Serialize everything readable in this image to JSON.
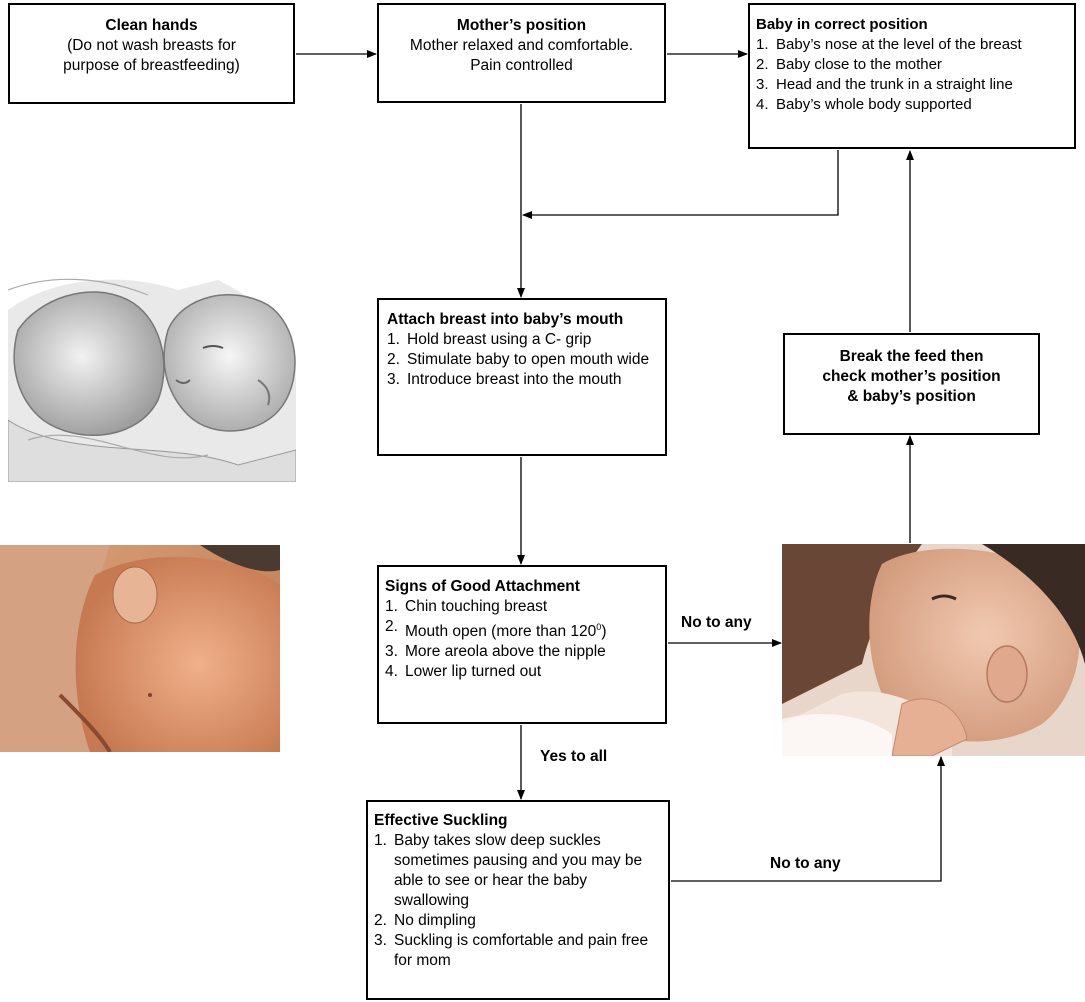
{
  "boxes": {
    "clean_hands": {
      "title": "Clean hands",
      "line1": "(Do not wash breasts for",
      "line2": "purpose of breastfeeding)"
    },
    "mother_position": {
      "title": "Mother’s position",
      "line1": "Mother relaxed and comfortable.",
      "line2": "Pain controlled"
    },
    "baby_position": {
      "title": "Baby in correct position",
      "items": [
        {
          "num": "1.",
          "text": "Baby’s nose at the level of the breast"
        },
        {
          "num": "2.",
          "text": "Baby close to the mother"
        },
        {
          "num": "3.",
          "text": "Head and the trunk in a straight line"
        },
        {
          "num": "4.",
          "text": "Baby’s whole body supported"
        }
      ]
    },
    "attach": {
      "title": "Attach breast into baby’s mouth",
      "items": [
        {
          "num": "1.",
          "text": "Hold breast using a C- grip"
        },
        {
          "num": "2.",
          "text": "Stimulate baby to open mouth wide"
        },
        {
          "num": "3.",
          "text": "Introduce breast into the mouth"
        }
      ]
    },
    "break_feed": {
      "line1": "Break the feed then",
      "line2": "check mother’s position",
      "line3": "& baby’s position"
    },
    "signs": {
      "title": "Signs of Good Attachment",
      "items": [
        {
          "num": "1.",
          "text": "Chin touching breast"
        },
        {
          "num": "2.",
          "text": "Mouth open (more than 120",
          "sup": "0",
          "after": ")"
        },
        {
          "num": "3.",
          "text": "More areola above the nipple"
        },
        {
          "num": "4.",
          "text": "Lower lip turned out"
        }
      ]
    },
    "suckling": {
      "title": "Effective Suckling",
      "items": [
        {
          "num": "1.",
          "text": "Baby takes slow deep suckles sometimes pausing and you may be able to see or hear the baby swallowing"
        },
        {
          "num": "2.",
          "text": "No dimpling"
        },
        {
          "num": "3.",
          "text": "Suckling is comfortable and pain free for mom"
        }
      ]
    }
  },
  "labels": {
    "no_to_any_1": "No to any",
    "yes_to_all": "Yes to all",
    "no_to_any_2": "No to any"
  },
  "colors": {
    "line": "#000000",
    "background": "#ffffff"
  }
}
